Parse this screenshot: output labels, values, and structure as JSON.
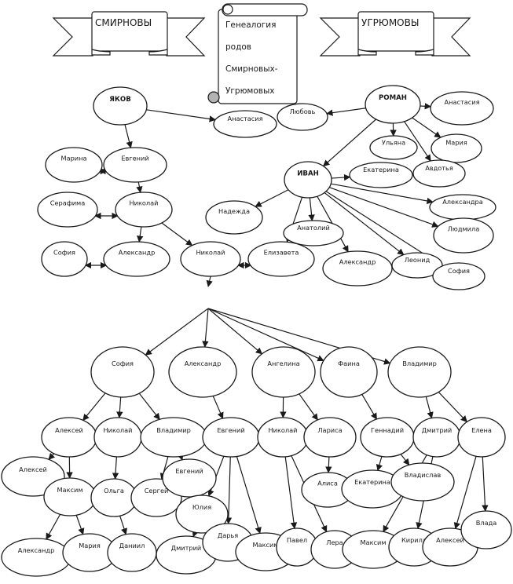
{
  "title": {
    "banner_left": "СМИРНОВЫ",
    "banner_right": "УГРЮМОВЫ",
    "scroll_lines": [
      "Генеалогия",
      "родов",
      "Смирновых-",
      "Угрюмовых"
    ]
  },
  "colors": {
    "stroke": "#1a1a1a",
    "fill": "#ffffff",
    "scroll_curl": "#b3b3b3"
  },
  "nodes": [
    {
      "id": "yakov",
      "label": "ЯКОВ",
      "family": "smirnov",
      "bold": true
    },
    {
      "id": "anastasia_s",
      "label": "Анастасия",
      "family": "smirnov"
    },
    {
      "id": "marina",
      "label": "Марина",
      "family": "smirnov"
    },
    {
      "id": "evgeny_s",
      "label": "Евгений",
      "family": "smirnov"
    },
    {
      "id": "serafima",
      "label": "Серафима",
      "family": "smirnov"
    },
    {
      "id": "nikolai_s1",
      "label": "Николай",
      "family": "smirnov"
    },
    {
      "id": "sofia_s",
      "label": "София",
      "family": "smirnov"
    },
    {
      "id": "alexandr_s",
      "label": "Александр",
      "family": "smirnov"
    },
    {
      "id": "nikolai_s2",
      "label": "Николай",
      "family": "smirnov"
    },
    {
      "id": "elizaveta",
      "label": "Елизавета",
      "family": "ugryumov"
    },
    {
      "id": "roman",
      "label": "РОМАН",
      "family": "ugryumov",
      "bold": true
    },
    {
      "id": "lyubov",
      "label": "Любовь",
      "family": "ugryumov"
    },
    {
      "id": "anastasia_u",
      "label": "Анастасия",
      "family": "ugryumov"
    },
    {
      "id": "ulyana",
      "label": "Ульяна",
      "family": "ugryumov"
    },
    {
      "id": "maria_u",
      "label": "Мария",
      "family": "ugryumov"
    },
    {
      "id": "avdotya",
      "label": "Авдотья",
      "family": "ugryumov"
    },
    {
      "id": "ivan",
      "label": "ИВАН",
      "family": "ugryumov",
      "bold": true
    },
    {
      "id": "ekaterina_u",
      "label": "Екатерина",
      "family": "ugryumov"
    },
    {
      "id": "nadezhda",
      "label": "Надежда",
      "family": "ugryumov"
    },
    {
      "id": "anatoly",
      "label": "Анатолий",
      "family": "ugryumov"
    },
    {
      "id": "alexandra",
      "label": "Александра",
      "family": "ugryumov"
    },
    {
      "id": "lyudmila",
      "label": "Людмила",
      "family": "ugryumov"
    },
    {
      "id": "alexandr_u",
      "label": "Александр",
      "family": "ugryumov"
    },
    {
      "id": "leonid",
      "label": "Леонид",
      "family": "ugryumov"
    },
    {
      "id": "sofia_u",
      "label": "София",
      "family": "ugryumov"
    },
    {
      "id": "c_sofia",
      "label": "София"
    },
    {
      "id": "c_alexandr",
      "label": "Александр"
    },
    {
      "id": "c_angelina",
      "label": "Ангелина"
    },
    {
      "id": "c_faina",
      "label": "Фаина"
    },
    {
      "id": "c_vladimir",
      "label": "Владимир"
    },
    {
      "id": "g_aleksei",
      "label": "Алексей"
    },
    {
      "id": "g_nikolai1",
      "label": "Николай"
    },
    {
      "id": "g_vladimir",
      "label": "Владимир"
    },
    {
      "id": "g_evgeny",
      "label": "Евгений"
    },
    {
      "id": "g_nikolai2",
      "label": "Николай"
    },
    {
      "id": "g_larisa",
      "label": "Лариса"
    },
    {
      "id": "g_gennady",
      "label": "Геннадий"
    },
    {
      "id": "g_dmitry",
      "label": "Дмитрий"
    },
    {
      "id": "g_elena",
      "label": "Елена"
    },
    {
      "id": "gg_aleksei",
      "label": "Алексей"
    },
    {
      "id": "gg_maksim",
      "label": "Максим"
    },
    {
      "id": "gg_olga",
      "label": "Ольга"
    },
    {
      "id": "gg_sergei",
      "label": "Сергей"
    },
    {
      "id": "gg_evgeny",
      "label": "Евгений"
    },
    {
      "id": "gg_yulia",
      "label": "Юлия"
    },
    {
      "id": "gg_alisa",
      "label": "Алиса"
    },
    {
      "id": "gg_ekaterina",
      "label": "Екатерина"
    },
    {
      "id": "gg_vladislav",
      "label": "Владислав"
    },
    {
      "id": "ggg_alexandr",
      "label": "Александр"
    },
    {
      "id": "ggg_maria",
      "label": "Мария"
    },
    {
      "id": "ggg_daniil",
      "label": "Даниил"
    },
    {
      "id": "ggg_dmitry",
      "label": "Дмитрий"
    },
    {
      "id": "ggg_darya",
      "label": "Дарья"
    },
    {
      "id": "ggg_maksim1",
      "label": "Максим"
    },
    {
      "id": "ggg_pavel",
      "label": "Павел"
    },
    {
      "id": "ggg_lera",
      "label": "Лера"
    },
    {
      "id": "ggg_maksim2",
      "label": "Максим"
    },
    {
      "id": "ggg_kirill",
      "label": "Кирилл"
    },
    {
      "id": "ggg_aleksei",
      "label": "Алексей"
    },
    {
      "id": "ggg_vlada",
      "label": "Влада"
    }
  ],
  "edges": [
    {
      "from": "yakov",
      "to": "anastasia_s",
      "type": "child"
    },
    {
      "from": "yakov",
      "to": "evgeny_s",
      "type": "child"
    },
    {
      "from": "marina",
      "to": "evgeny_s",
      "type": "marriage"
    },
    {
      "from": "evgeny_s",
      "to": "nikolai_s1",
      "type": "child"
    },
    {
      "from": "serafima",
      "to": "nikolai_s1",
      "type": "marriage"
    },
    {
      "from": "nikolai_s1",
      "to": "alexandr_s",
      "type": "child"
    },
    {
      "from": "nikolai_s1",
      "to": "nikolai_s2",
      "type": "child"
    },
    {
      "from": "sofia_s",
      "to": "alexandr_s",
      "type": "marriage"
    },
    {
      "from": "nikolai_s2",
      "to": "elizaveta",
      "type": "marriage"
    },
    {
      "from": "roman",
      "to": "lyubov",
      "type": "child"
    },
    {
      "from": "roman",
      "to": "anastasia_u",
      "type": "child"
    },
    {
      "from": "roman",
      "to": "ulyana",
      "type": "child"
    },
    {
      "from": "roman",
      "to": "maria_u",
      "type": "child"
    },
    {
      "from": "roman",
      "to": "avdotya",
      "type": "child"
    },
    {
      "from": "roman",
      "to": "ivan",
      "type": "child"
    },
    {
      "from": "ivan",
      "to": "ekaterina_u",
      "type": "child"
    },
    {
      "from": "ivan",
      "to": "nadezhda",
      "type": "child"
    },
    {
      "from": "ivan",
      "to": "anatoly",
      "type": "child"
    },
    {
      "from": "ivan",
      "to": "elizaveta",
      "type": "child"
    },
    {
      "from": "ivan",
      "to": "alexandr_u",
      "type": "child"
    },
    {
      "from": "ivan",
      "to": "leonid",
      "type": "child"
    },
    {
      "from": "ivan",
      "to": "sofia_u",
      "type": "child"
    },
    {
      "from": "ivan",
      "to": "lyudmila",
      "type": "child"
    },
    {
      "from": "ivan",
      "to": "alexandra",
      "type": "child"
    },
    {
      "from": "nikolai_s2",
      "to": "c_sofia",
      "type": "child"
    },
    {
      "from": "nikolai_s2",
      "to": "c_alexandr",
      "type": "child"
    },
    {
      "from": "nikolai_s2",
      "to": "c_angelina",
      "type": "child"
    },
    {
      "from": "nikolai_s2",
      "to": "c_faina",
      "type": "child"
    },
    {
      "from": "nikolai_s2",
      "to": "c_vladimir",
      "type": "child"
    },
    {
      "from": "c_sofia",
      "to": "g_aleksei",
      "type": "child"
    },
    {
      "from": "c_sofia",
      "to": "g_nikolai1",
      "type": "child"
    },
    {
      "from": "c_sofia",
      "to": "g_vladimir",
      "type": "child"
    },
    {
      "from": "c_alexandr",
      "to": "g_evgeny",
      "type": "child"
    },
    {
      "from": "c_angelina",
      "to": "g_nikolai2",
      "type": "child"
    },
    {
      "from": "c_angelina",
      "to": "g_larisa",
      "type": "child"
    },
    {
      "from": "c_faina",
      "to": "g_gennady",
      "type": "child"
    },
    {
      "from": "c_vladimir",
      "to": "g_dmitry",
      "type": "child"
    },
    {
      "from": "c_vladimir",
      "to": "g_elena",
      "type": "child"
    },
    {
      "from": "g_aleksei",
      "to": "gg_aleksei",
      "type": "child"
    },
    {
      "from": "g_aleksei",
      "to": "gg_maksim",
      "type": "child"
    },
    {
      "from": "g_nikolai1",
      "to": "gg_olga",
      "type": "child"
    },
    {
      "from": "g_vladimir",
      "to": "gg_sergei",
      "type": "child"
    },
    {
      "from": "g_vladimir",
      "to": "gg_evgeny",
      "type": "child"
    },
    {
      "from": "g_evgeny",
      "to": "gg_yulia",
      "type": "child"
    },
    {
      "from": "g_evgeny",
      "to": "ggg_darya",
      "type": "child"
    },
    {
      "from": "g_evgeny",
      "to": "ggg_maksim1",
      "type": "child"
    },
    {
      "from": "g_nikolai2",
      "to": "ggg_pavel",
      "type": "child"
    },
    {
      "from": "g_nikolai2",
      "to": "ggg_lera",
      "type": "child"
    },
    {
      "from": "g_larisa",
      "to": "gg_alisa",
      "type": "child"
    },
    {
      "from": "g_gennady",
      "to": "gg_ekaterina",
      "type": "child"
    },
    {
      "from": "g_gennady",
      "to": "gg_vladislav",
      "type": "child"
    },
    {
      "from": "g_dmitry",
      "to": "ggg_maksim2",
      "type": "child"
    },
    {
      "from": "g_dmitry",
      "to": "ggg_kirill",
      "type": "child"
    },
    {
      "from": "g_elena",
      "to": "ggg_aleksei",
      "type": "child"
    },
    {
      "from": "g_elena",
      "to": "ggg_vlada",
      "type": "child"
    },
    {
      "from": "gg_maksim",
      "to": "ggg_alexandr",
      "type": "child"
    },
    {
      "from": "gg_maksim",
      "to": "ggg_maria",
      "type": "child"
    },
    {
      "from": "gg_olga",
      "to": "ggg_daniil",
      "type": "child"
    },
    {
      "from": "gg_yulia",
      "to": "ggg_dmitry",
      "type": "child"
    }
  ]
}
